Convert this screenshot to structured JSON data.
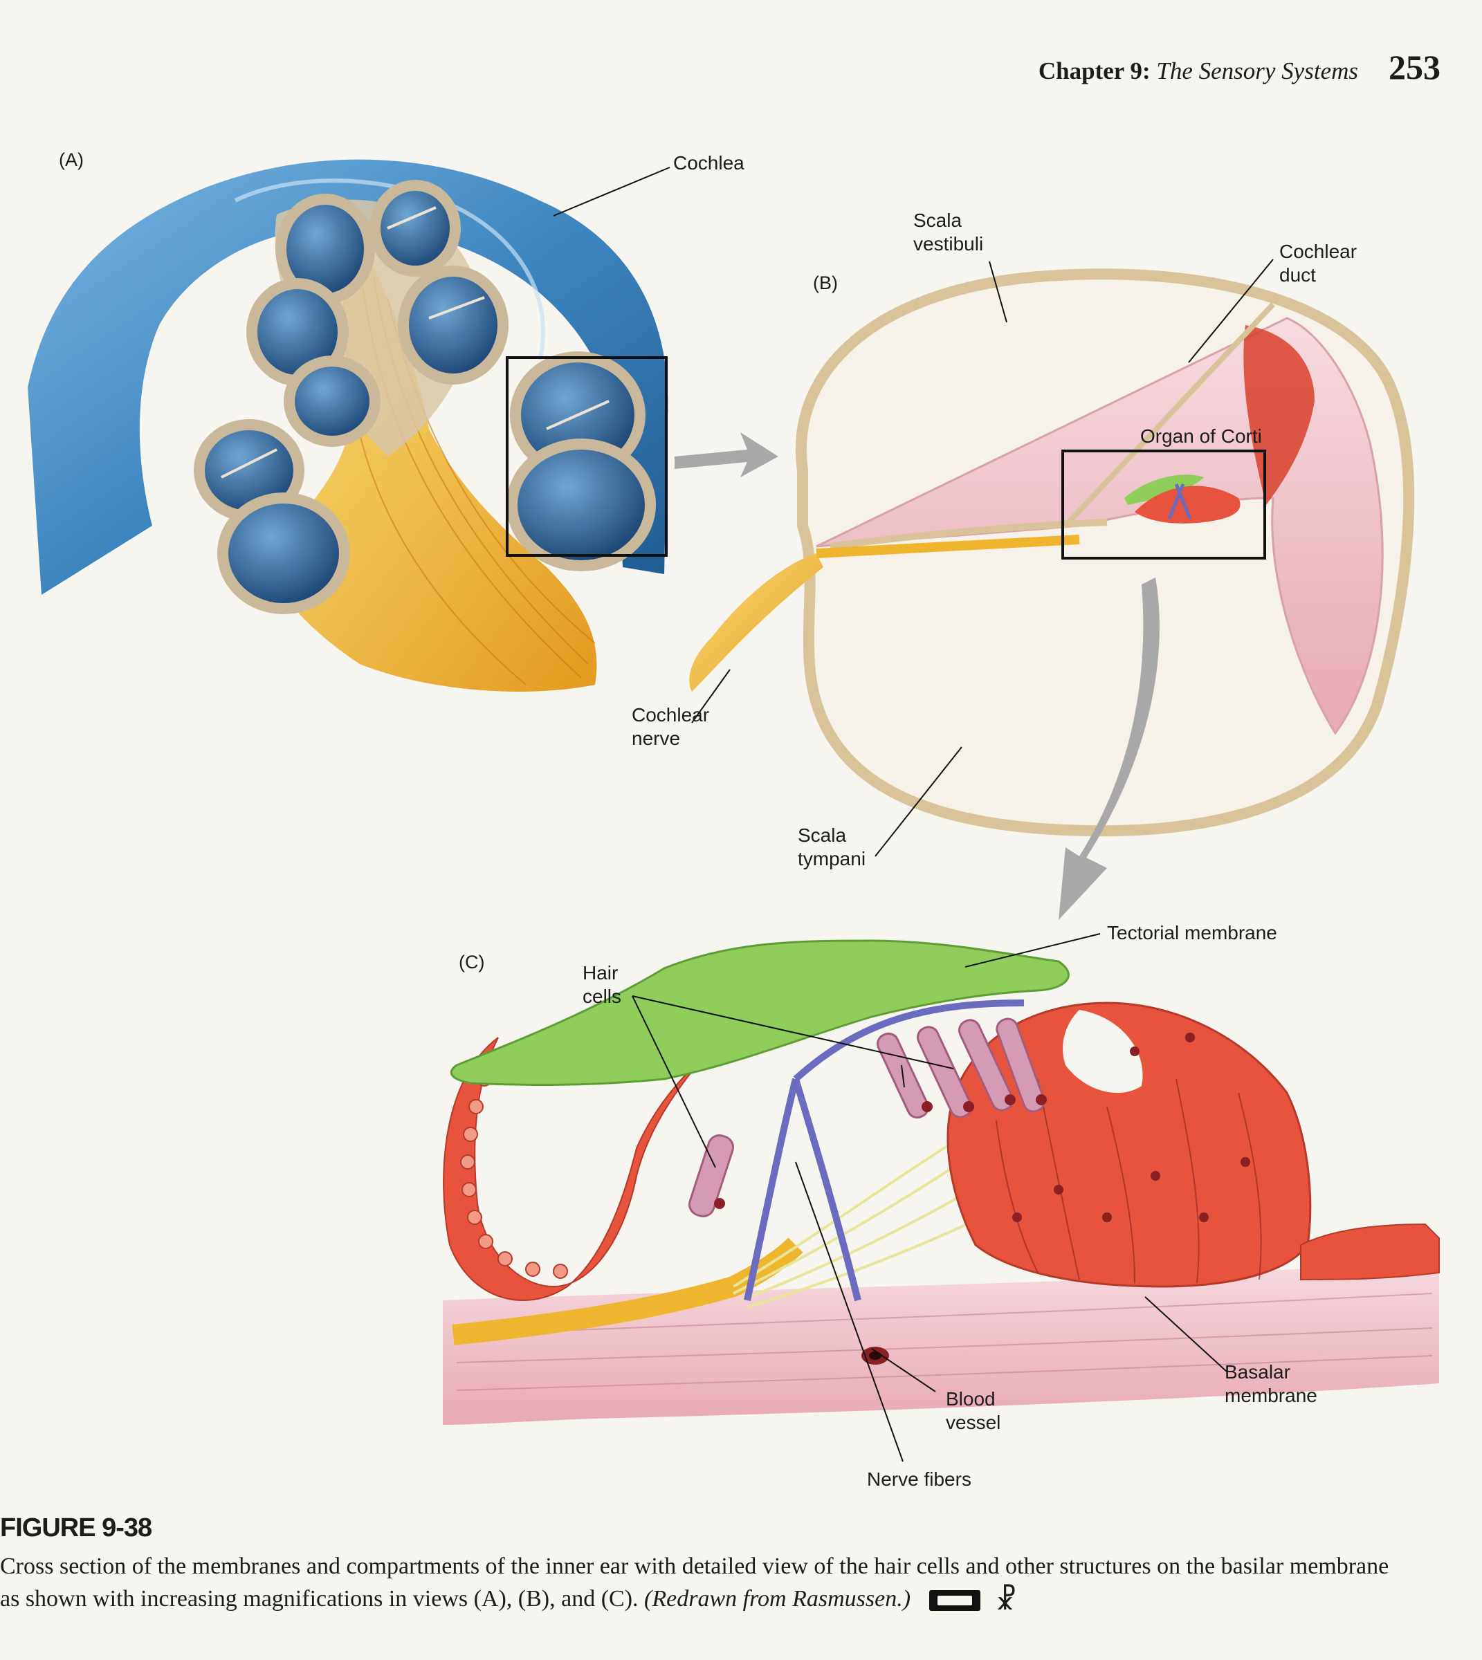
{
  "header": {
    "chapter": "Chapter 9:",
    "chapter_title": "The Sensory Systems",
    "page_number": "253"
  },
  "panels": {
    "a": "(A)",
    "b": "(B)",
    "c": "(C)"
  },
  "labels": {
    "cochlea": "Cochlea",
    "scala_vestibuli": [
      "Scala",
      "vestibuli"
    ],
    "cochlear_duct": [
      "Cochlear",
      "duct"
    ],
    "organ_of_corti": "Organ of Corti",
    "cochlear_nerve": [
      "Cochlear",
      "nerve"
    ],
    "scala_tympani": [
      "Scala",
      "tympani"
    ],
    "tectorial_membrane": "Tectorial membrane",
    "hair_cells": [
      "Hair",
      "cells"
    ],
    "blood_vessel": [
      "Blood",
      "vessel"
    ],
    "basalar_membrane": [
      "Basalar",
      "membrane"
    ],
    "nerve_fibers": "Nerve fibers"
  },
  "caption": {
    "figure_label": "FIGURE 9-38",
    "text": "Cross section of the membranes and compartments of the inner ear with detailed view of the hair cells and other structures on the basilar membrane as shown with increasing magnifications in views (A), (B), and (C).",
    "credit": "(Redrawn from Rasmussen.)"
  },
  "icons": [
    "video-tape-icon",
    "running-figure-icon"
  ],
  "colors": {
    "cochlea_blue": "#3e86c0",
    "nerve_yellow": "#f0b52e",
    "membrane_green": "#8fce5a",
    "cell_red": "#e8533e",
    "fiber_purple": "#6b6bc0",
    "basilar_pink": "#efc6cc"
  }
}
